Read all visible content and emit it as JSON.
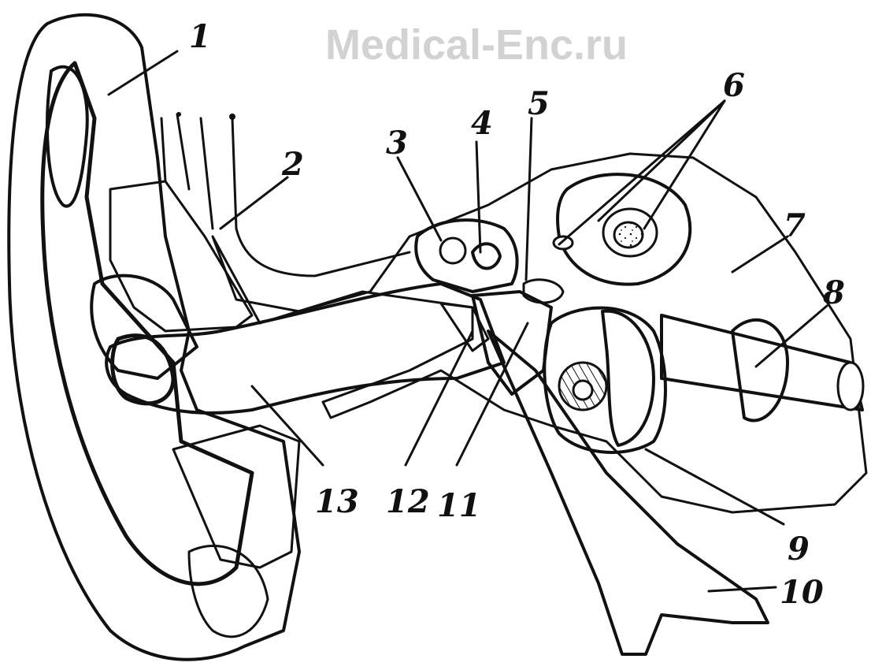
{
  "watermark": "Medical-Enc.ru",
  "labels": [
    "1",
    "2",
    "3",
    "4",
    "5",
    "6",
    "7",
    "8",
    "9",
    "10",
    "11",
    "12",
    "13"
  ],
  "colors": {
    "ink": "#111111",
    "background": "#ffffff",
    "watermark": "#d2d2d2"
  }
}
